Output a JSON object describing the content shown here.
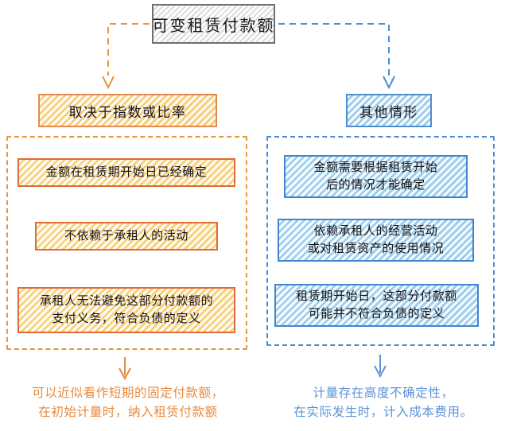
{
  "diagram": {
    "title": "可变租赁付款额",
    "colors": {
      "orange_border": "#e06a35",
      "orange_accent": "#e8963f",
      "orange_text": "#e8893c",
      "blue_border": "#3f86cd",
      "blue_accent": "#4a8fd2",
      "blue_text": "#5c93d6",
      "title_border": "#6f6f6f"
    },
    "branches": [
      {
        "id": "left",
        "header": "取决于指数或比率",
        "items": [
          "金额在租赁期开始日已经确定",
          "不依赖于承租人的活动",
          "承租人无法避免这部分付款额的\n支付义务，符合负债的定义"
        ],
        "conclusion": "可以近似看作短期的固定付款额，\n在初始计量时，纳入租赁付款额"
      },
      {
        "id": "right",
        "header": "其他情形",
        "items": [
          "金额需要根据租赁开始\n后的情况才能确定",
          "依赖承租人的经营活动\n或对租赁资产的使用情况",
          "租赁期开始日，这部分付款额\n可能并不符合负债的定义"
        ],
        "conclusion": "计量存在高度不确定性，\n在实际发生时，计入成本费用。"
      }
    ],
    "connectors": [
      {
        "name": "title-to-left-branch",
        "style": "dashed",
        "color": "#e8963f",
        "arrow": "down"
      },
      {
        "name": "title-to-right-branch",
        "style": "dashed",
        "color": "#4a8fd2",
        "arrow": "down"
      },
      {
        "name": "left-group-to-conclusion",
        "style": "solid",
        "color": "#e8893c",
        "arrow": "down"
      },
      {
        "name": "right-group-to-conclusion",
        "style": "solid",
        "color": "#5c93d6",
        "arrow": "down"
      }
    ]
  }
}
